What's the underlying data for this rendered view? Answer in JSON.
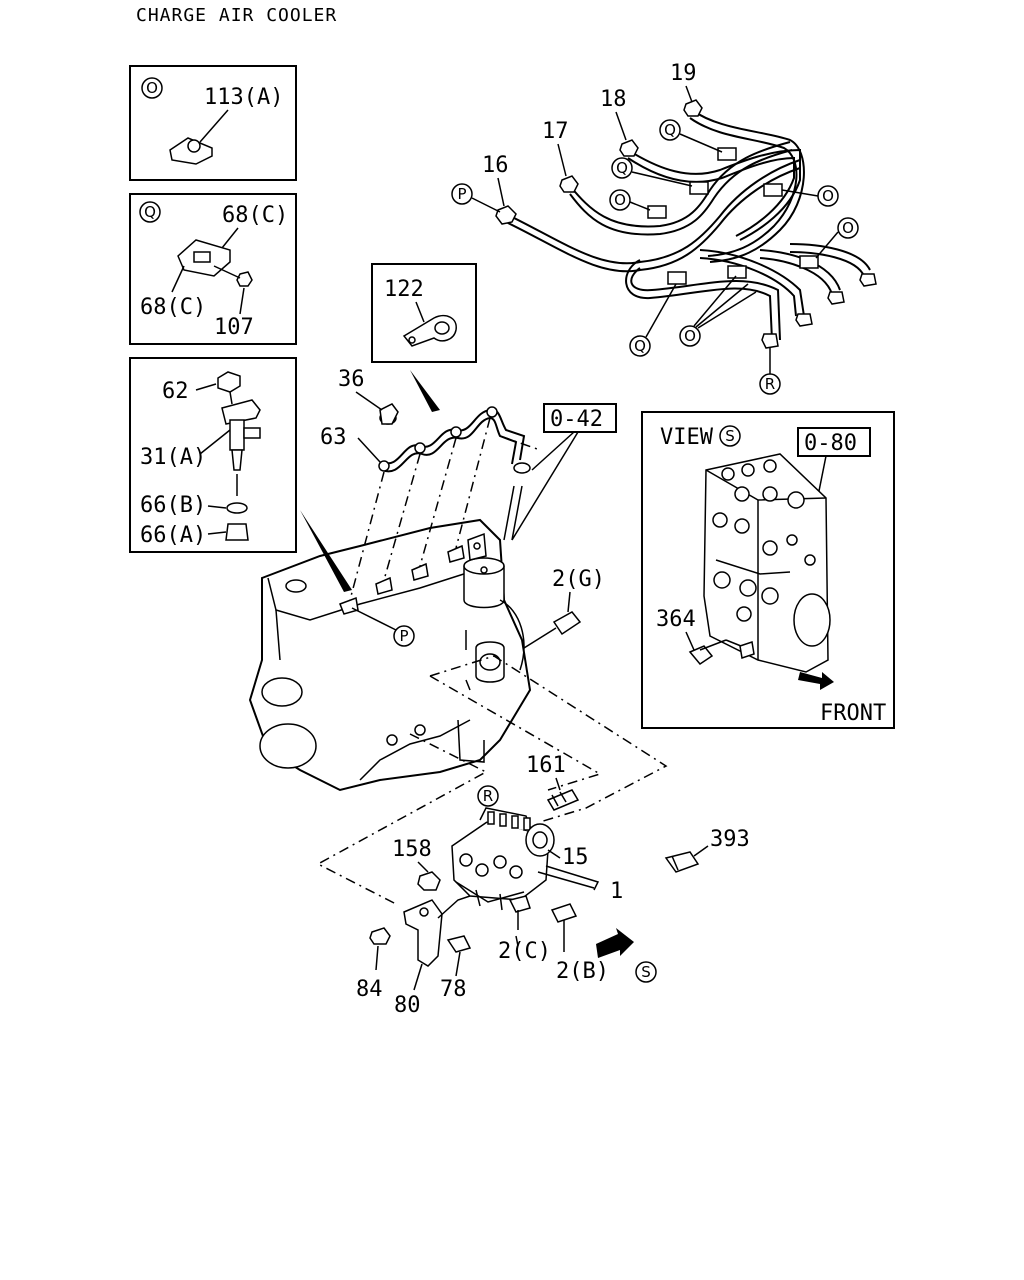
{
  "title": "CHARGE AIR COOLER",
  "callouts": {
    "O": "O",
    "Q": "Q",
    "P": "P",
    "R": "R",
    "S": "S"
  },
  "parts": {
    "p113A": "113(A)",
    "p68C_top": "68(C)",
    "p68C_bot": "68(C)",
    "p107": "107",
    "p62": "62",
    "p31A": "31(A)",
    "p66B": "66(B)",
    "p66A": "66(A)",
    "p122": "122",
    "p36": "36",
    "p63": "63",
    "ref042": "0-42",
    "p16": "16",
    "p17": "17",
    "p18": "18",
    "p19": "19",
    "p2G": "2(G)",
    "view_label": "VIEW",
    "ref080": "0-80",
    "p364": "364",
    "front": "FRONT",
    "p161": "161",
    "p158": "158",
    "p15": "15",
    "p1": "1",
    "p393": "393",
    "p2C": "2(C)",
    "p2B": "2(B)",
    "p84": "84",
    "p80": "80",
    "p78": "78"
  }
}
